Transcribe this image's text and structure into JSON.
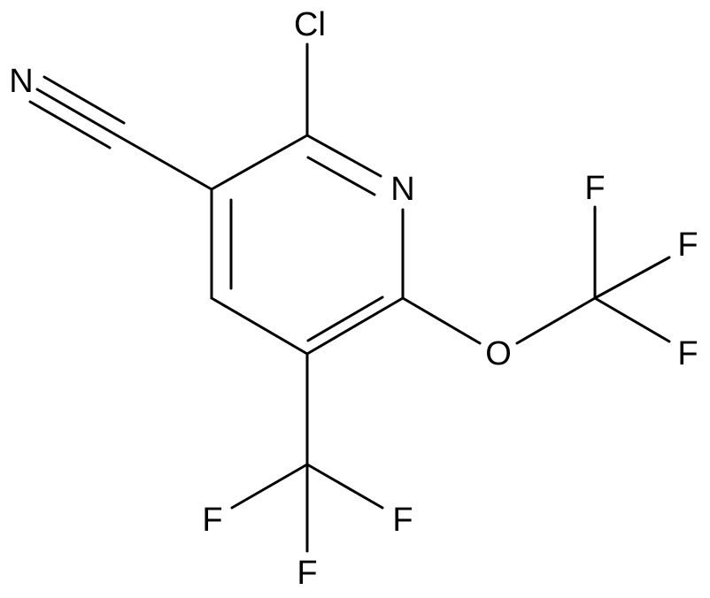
{
  "molecule": {
    "atoms": {
      "cl": "Cl",
      "n_ring": "N",
      "n_nitrile": "N",
      "o_ether": "O",
      "f_ocf3_top": "F",
      "f_ocf3_right": "F",
      "f_ocf3_bottom": "F",
      "f_cf3_left": "F",
      "f_cf3_right": "F",
      "f_cf3_bottom": "F"
    }
  }
}
